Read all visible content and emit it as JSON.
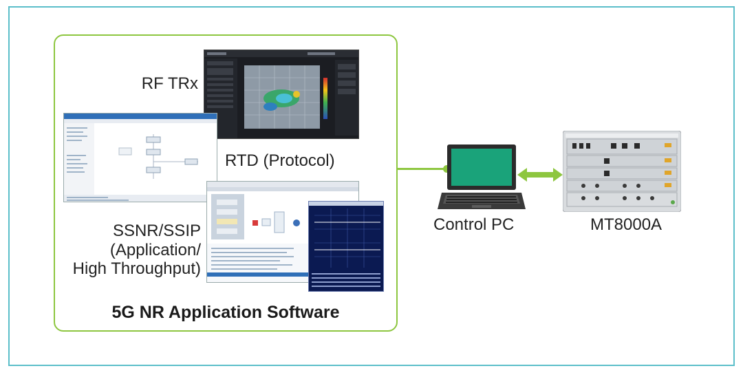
{
  "software_group": {
    "title": "5G NR Application Software",
    "items": [
      {
        "label": "RF TRx"
      },
      {
        "label": "RTD (Protocol)"
      },
      {
        "label_lines": [
          "SSNR/SSIP",
          "(Application/",
          "High Throughput)"
        ]
      }
    ]
  },
  "devices": {
    "control_pc": {
      "label": "Control PC",
      "icon": "laptop-icon"
    },
    "tester": {
      "label": "MT8000A",
      "icon": "instrument-icon"
    }
  },
  "colors": {
    "frame": "#5bbec9",
    "group_border": "#8dc63f",
    "connector": "#8dc63f",
    "laptop_screen": "#1aa37a"
  }
}
